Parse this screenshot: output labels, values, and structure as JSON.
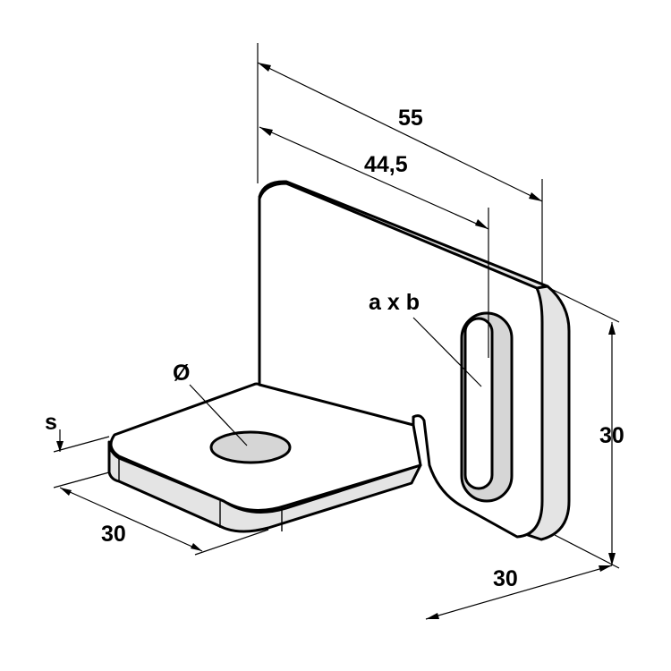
{
  "labels": {
    "length_total": "55",
    "length_slot": "44,5",
    "slot_size": "a x b",
    "hole_diameter": "Ø",
    "thickness": "s",
    "base_depth": "30",
    "height": "30",
    "width": "30"
  }
}
